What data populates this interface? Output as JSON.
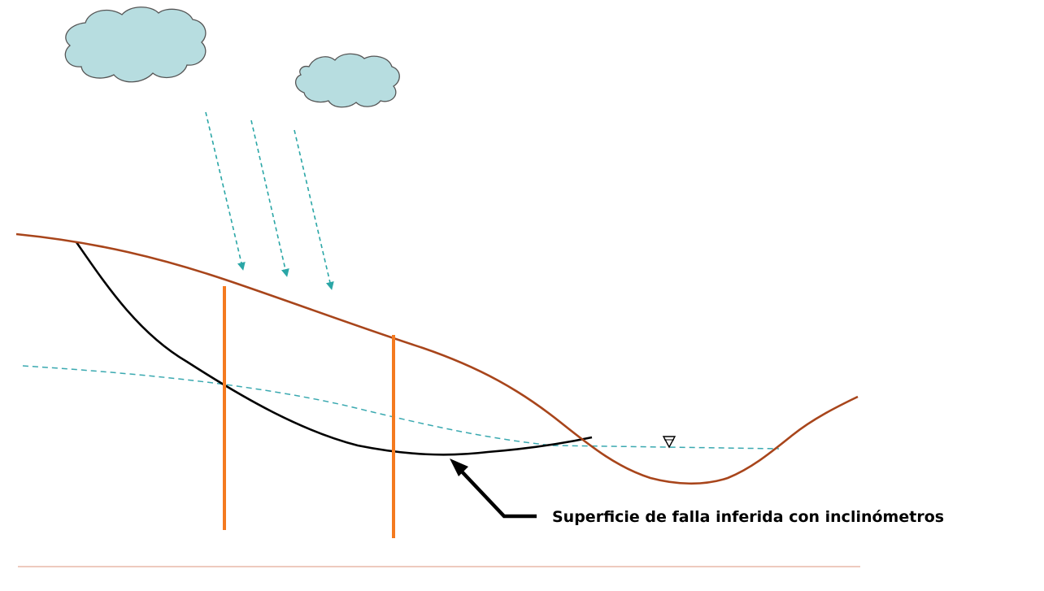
{
  "labels": {
    "failure_surface": "Superficie de falla inferida con inclinómetros"
  },
  "elements": {
    "clouds": 2,
    "rain_arrows": 3,
    "inclinometers": 2,
    "water_table_symbol": "∇"
  },
  "colors": {
    "cloud_fill": "#b7dde0",
    "cloud_stroke": "#555555",
    "rain": "#2aa6a6",
    "ground_surface": "#a8451b",
    "failure_surface": "#000000",
    "water_table": "#3aa9b0",
    "inclinometer": "#f47a1f",
    "bottom_rule": "#e9b8a8"
  }
}
